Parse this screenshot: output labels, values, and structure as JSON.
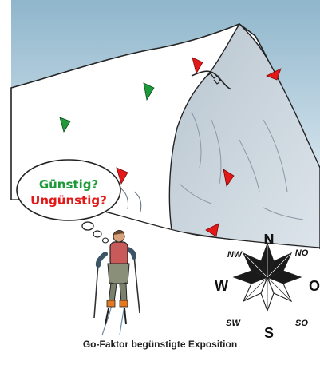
{
  "colors": {
    "sky_top": "#8fb6cc",
    "sky_bottom": "#e6eff4",
    "snow": "#ffffff",
    "shadow_face": "#c9d3dc",
    "favorable_flag": "#1f9a3a",
    "unfavorable_flag": "#e31818",
    "compass_dark": "#1a1a1a"
  },
  "thought_bubble": {
    "favorable": "Günstig?",
    "unfavorable": "Ungünstig?"
  },
  "compass": {
    "n": "N",
    "no": "NO",
    "o": "O",
    "so": "SO",
    "s": "S",
    "sw": "SW",
    "w": "W",
    "nw": "NW"
  },
  "caption": "Go-Faktor begünstigte Exposition"
}
